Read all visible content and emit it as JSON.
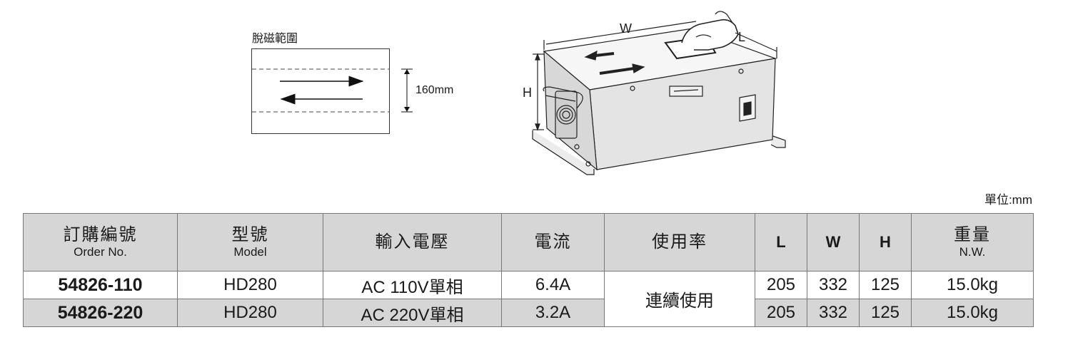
{
  "range": {
    "title": "脫磁範圍",
    "dimension": "160mm"
  },
  "machine": {
    "w_label": "W",
    "l_label": "L",
    "h_label": "H"
  },
  "unit_label": "單位:mm",
  "table": {
    "headers": [
      {
        "zh": "訂購編號",
        "en": "Order No."
      },
      {
        "zh": "型號",
        "en": "Model"
      },
      {
        "zh": "輸入電壓",
        "en": ""
      },
      {
        "zh": "電流",
        "en": ""
      },
      {
        "zh": "使用率",
        "en": ""
      },
      {
        "zh": "L",
        "en": ""
      },
      {
        "zh": "W",
        "en": ""
      },
      {
        "zh": "H",
        "en": ""
      },
      {
        "zh": "重量",
        "en": "N.W."
      }
    ],
    "rows": [
      {
        "order_no": "54826-110",
        "model": "HD280",
        "voltage": "AC 110V單相",
        "current": "6.4A",
        "L": "205",
        "W": "332",
        "H": "125",
        "weight": "15.0kg"
      },
      {
        "order_no": "54826-220",
        "model": "HD280",
        "voltage": "AC 220V單相",
        "current": "3.2A",
        "L": "205",
        "W": "332",
        "H": "125",
        "weight": "15.0kg"
      }
    ],
    "usage_rate": "連續使用"
  }
}
